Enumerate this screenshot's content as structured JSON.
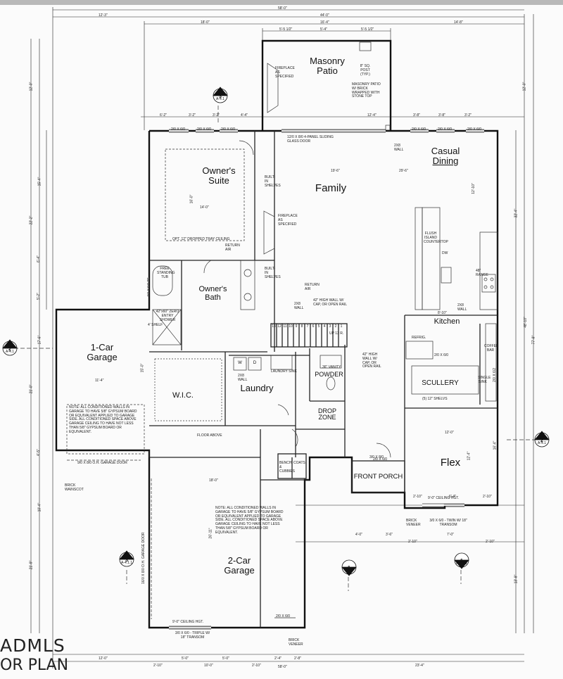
{
  "title_fragment_1": "ADMLS",
  "title_fragment_2": "OR PLAN",
  "rooms": {
    "masonry_patio_1": "Masonry",
    "masonry_patio_2": "Patio",
    "owners_suite_1": "Owner's",
    "owners_suite_2": "Suite",
    "family": "Family",
    "casual_dining_1": "Casual",
    "casual_dining_2": "Dining",
    "owners_bath_1": "Owner's",
    "owners_bath_2": "Bath",
    "one_car_garage_1": "1-Car",
    "one_car_garage_2": "Garage",
    "wic": "W.I.C.",
    "laundry": "Laundry",
    "powder": "POWDER",
    "drop_zone_1": "DROP",
    "drop_zone_2": "ZONE",
    "kitchen": "Kitchen",
    "scullery": "SCULLERY",
    "flex": "Flex",
    "front_porch": "FRONT PORCH",
    "two_car_garage_1": "2-Car",
    "two_car_garage_2": "Garage"
  },
  "notes": {
    "patio_note": "MASONRY PATIO W/ BRICK WRAPPED WITH STONE TOP",
    "post_note": "8\" SQ. POST (TYP.)",
    "sliding_door": "12/0 X 8/0 4-PANEL SLIDING GLASS DOOR",
    "tray_ceiling": "OPT. 12\" DROPPED TRAY CEILING",
    "fireplace_1": "FIREPLACE AS SPECIFIED",
    "fireplace_2": "FIREPLACE AS SPECIFIED",
    "free_tub": "FREE STANDING TUB",
    "shower": "42\"x60\" ZERO ENTRY SHOWER",
    "shelf": "4' SHELF",
    "return_air_1": "RETURN AIR",
    "return_air_2": "RETURN AIR",
    "half_wall": "42\" HIGH WALL W/ CAP, OR OPEN RAIL",
    "half_wall_2": "42\" HIGH WALL W/ CAP, OR OPEN RAIL",
    "flush_island": "FLUSH ISLAND COUNTERTOP",
    "range": "48\" RANGE",
    "refrig": "REFRIG.",
    "coffee_bar": "COFFEE BAR",
    "single_sink": "SINGLE SINK",
    "shelves": "(5) 12\" SHELVS",
    "laundry_sink": "LAUNDRY SINK",
    "vanity": "36\" VANITY",
    "garage_note_1": "NOTE: ALL CONDITIONED WALLS IN GARAGE TO HAVE 5/8\" GYPSUM BOARD OR EQUIVALENT APPLIED TO GARAGE SIDE. ALL CONDITIONED SPACE ABOVE GARAGE CEILING TO HAVE NOT LESS THAN 5/8\" GYPSUM BOARD OR EQUIVALENT.",
    "garage_note_2": "NOTE: ALL CONDITIONED WALLS IN GARAGE TO HAVE 5/8\" GYPSUM BOARD OR EQUIVALENT APPLIED TO GARAGE SIDE. ALL CONDITIONED SPACE ABOVE GARAGE CEILING TO HAVE NOT LESS THAN 5/8\" GYPSUM BOARD OR EQUIVALENT.",
    "garage_door_1": "9/0 X 8/0 O.H. GARAGE DOOR",
    "garage_door_2": "16/0 X 8/0 O.H. GARAGE DOOR",
    "floor_above": "FLOOR ABOVE",
    "brick_wainscot": "BRICK WAINSCOT",
    "brick_veneer_1": "BRICK VENEER",
    "brick_veneer_2": "BRICK VENEER",
    "bench": "BENCH & CUBBIES",
    "coats": "COATS",
    "ceiling_hgt_1": "9'-0\" CEILING HGT.",
    "ceiling_hgt_2": "9'-0\" CEILING HGT.",
    "triple_window": "3/0 X 6/0 - TRIPLE W/ 18\" TRANSOM",
    "twin_window": "3/0 X 6/0 - TWIN W/ 18\" TRANSOM",
    "front_door": "3/0 X 8/0",
    "wall_2x8_1": "2X8 WALL",
    "wall_2x8_2": "2X8 WALL",
    "wall_2x8_3": "2X8 WALL",
    "wall_2x8_4": "2X8 WALL",
    "stair_up": "UP 13 R.",
    "built_in_shelves_1": "BUILT-IN SHELVES",
    "built_in_shelves_2": "BUILT-IN SHELVES",
    "dw": "DW",
    "w": "W",
    "d": "D",
    "stair_numbers": [
      "13",
      "12",
      "11",
      "10",
      "9",
      "8",
      "7",
      "6",
      "5",
      "4",
      "3",
      "2",
      "1"
    ]
  },
  "dimensions": {
    "overall_top": "58'-0\"",
    "overall_bottom": "58'-0\"",
    "top_left": "12'-3\"",
    "top_mid": "44'-0\"",
    "top_2_a": "18'-0\"",
    "top_2_b": "16'-4\"",
    "top_2_c": "14'-8\"",
    "patio_a": "5'-5 1/2\"",
    "patio_b": "5'-4\"",
    "patio_c": "5'-5 1/2\"",
    "row_a": "6'-2\"",
    "row_b": "3'-2\"",
    "row_c": "3'-2\"",
    "row_d": "4'-4\"",
    "row_e": "12'-4\"",
    "row_f": "3'-8\"",
    "row_g": "3'-8\"",
    "row_h": "3'-2\"",
    "left_a": "12'-0\"",
    "left_b": "15'-4\"",
    "left_c": "22'-2\"",
    "left_d": "6'-4\"",
    "left_e": "5'-2\"",
    "left_f": "17'-6\"",
    "left_g": "21'-0\"",
    "left_h": "4'-5\"",
    "left_i": "10'-4\"",
    "left_j": "21'-9\"",
    "right_a": "12'-0\"",
    "right_b": "32'-4\"",
    "right_c": "48'-10\"",
    "right_d": "77'-8\"",
    "right_e": "12'-10\"",
    "right_f": "16'-4\"",
    "right_g": "13'-8\"",
    "family_w": "19'-6\"",
    "dining_w": "29'-6\"",
    "suite_w": "14'-0\"",
    "suite_h": "16'-0\"",
    "garage1_w": "11'-4\"",
    "garage1_h": "15'-0\"",
    "garage2_w": "18'-0\"",
    "garage2_h": "26'-11\"",
    "flex_w": "12'-0\"",
    "flex_h": "12'-4\"",
    "kitchen_w": "8'-10\"",
    "bottom_a": "12'-0\"",
    "bottom_b": "2'-10\"",
    "bottom_c": "5'-0\"",
    "bottom_d": "5'-0\"",
    "bottom_e": "2'-10\"",
    "bottom_f": "2'-4\"",
    "bottom_g": "2'-8\"",
    "bottom_h": "10'-0\"",
    "bottom_i": "23'-4\"",
    "porch_a": "4'-0\"",
    "porch_b": "3'-6\"",
    "porch_c": "2'-10\"",
    "porch_d": "7'-0\"",
    "porch_e": "2'-10\"",
    "flex_a": "2'-10\"",
    "flex_b": "6'-4\"",
    "flex_c": "2'-10\"",
    "window_1": "2/0 X 6/0",
    "window_2": "2/0 X 6/0",
    "window_3": "2/0 X 6/0",
    "window_4": "2/0 X 6/0",
    "window_5": "2/0 X 6/0",
    "window_6": "2/0 X 6/0",
    "window_7": "2/0 X 6/0",
    "window_8": "2/0 X 6/0",
    "window_side": "2/0 X 6/0",
    "tub_window": "4/0 X 5/0 TE",
    "window_g": "2/0 X 6/2"
  },
  "section_markers": [
    {
      "num": "3",
      "ref": "A-4.1"
    },
    {
      "num": "2",
      "ref": "A-4.1"
    },
    {
      "num": "2",
      "ref": "A-4.1"
    },
    {
      "num": "3",
      "ref": "A-4.1.1"
    },
    {
      "num": "1",
      "ref": "A-4.1"
    },
    {
      "num": "1",
      "ref": "A-4.1.1"
    }
  ]
}
